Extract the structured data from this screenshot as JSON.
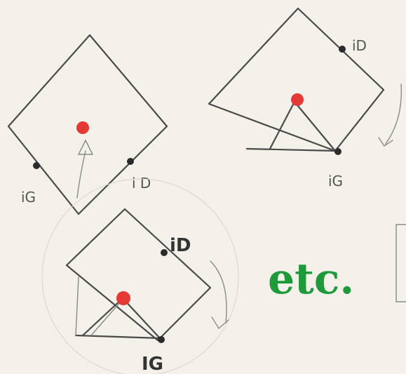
{
  "labels": {
    "top_left_id": "i D",
    "top_left_ig": "iG",
    "top_right_id": "iD",
    "top_right_ig": "iG",
    "bottom_id": "iD",
    "bottom_ig": "IG",
    "etc": "etc."
  },
  "colors": {
    "paper": "#f4f1ea",
    "pencil": "#4a4a4a",
    "marker_red": "#e53935",
    "marker_green": "#1e9a3a",
    "dot": "#2b2b2b"
  }
}
